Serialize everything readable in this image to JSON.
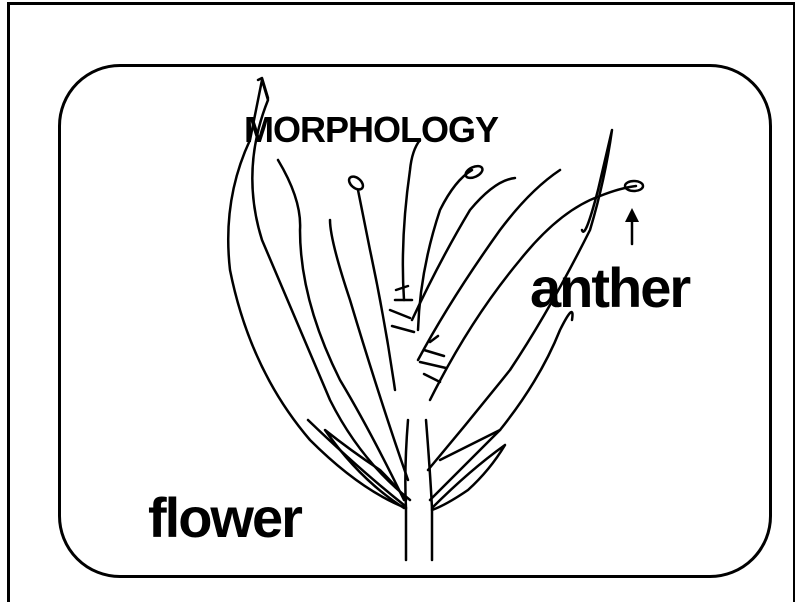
{
  "labels": {
    "title": "MORPHOLOGY",
    "anther": "anther",
    "flower": "flower"
  },
  "colors": {
    "ink": "#000000",
    "paper": "#ffffff"
  }
}
